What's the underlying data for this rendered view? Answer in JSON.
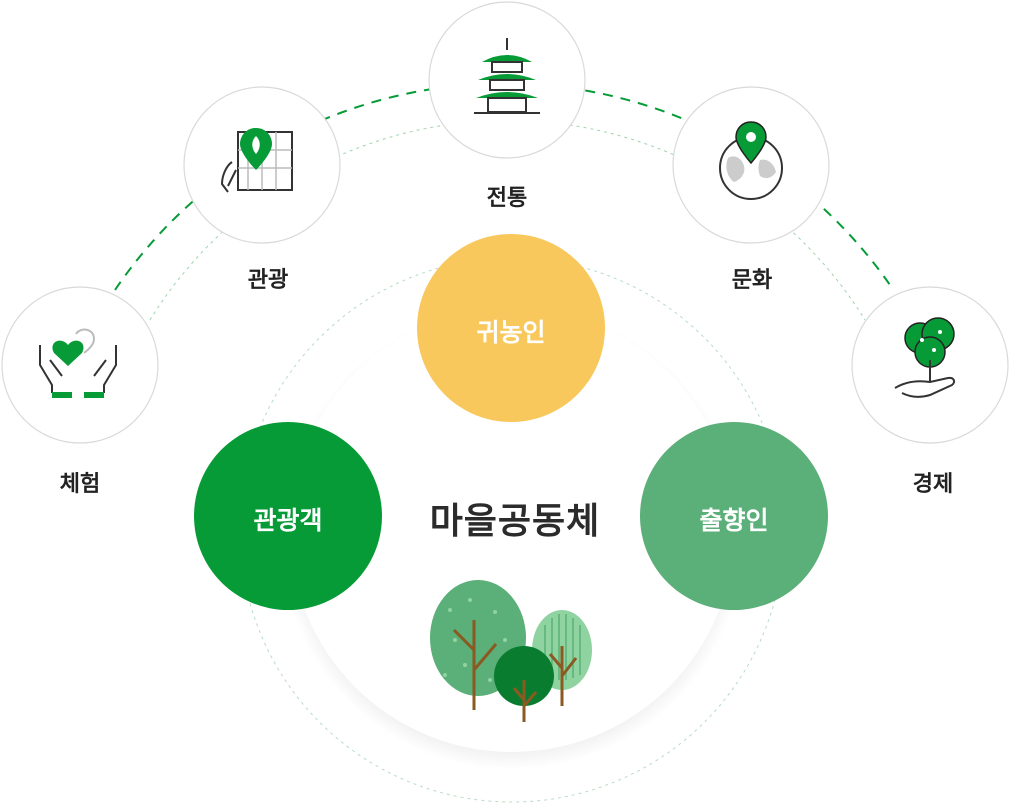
{
  "diagram": {
    "center": {
      "title": "마을공동체"
    },
    "roles": [
      {
        "id": "returning-farmer",
        "label": "귀농인",
        "color": "#F8C85C"
      },
      {
        "id": "tourist",
        "label": "관광객",
        "color": "#069B37"
      },
      {
        "id": "hometown-person",
        "label": "출향인",
        "color": "#5BAF78"
      }
    ],
    "themes": [
      {
        "id": "experience",
        "label": "체험",
        "icon": "hands-heart-icon"
      },
      {
        "id": "tourism",
        "label": "관광",
        "icon": "map-pin-leaf-icon"
      },
      {
        "id": "tradition",
        "label": "전통",
        "icon": "pagoda-icon"
      },
      {
        "id": "culture",
        "label": "문화",
        "icon": "globe-pin-icon"
      },
      {
        "id": "economy",
        "label": "경제",
        "icon": "hand-tree-icon"
      }
    ],
    "colors": {
      "accent_green": "#069B37",
      "light_green": "#5BAF78",
      "yellow": "#F8C85C",
      "gray_line": "#d9d9d9"
    }
  }
}
